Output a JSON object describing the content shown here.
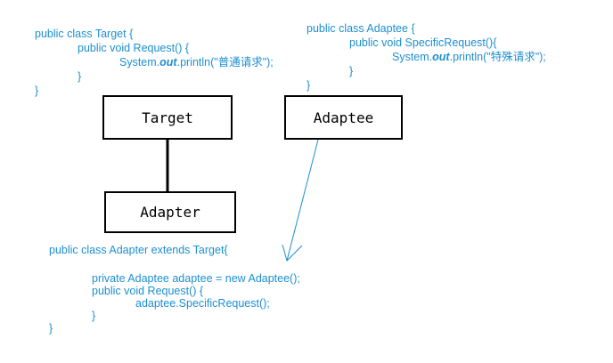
{
  "colors": {
    "code": "#1c8fd2",
    "box_border": "#000000",
    "arrow": "#1c8fd2"
  },
  "target_code": {
    "l1": "public class Target {",
    "l2": "public void Request() {",
    "l3a": "System.",
    "l3b": "out",
    "l3c": ".println(\"普通请求\");",
    "l4": "}",
    "l5": "}"
  },
  "adaptee_code": {
    "l1": "public class Adaptee {",
    "l2": "public void SpecificRequest(){",
    "l3a": "System.",
    "l3b": "out",
    "l3c": ".println(\"特殊请求\");",
    "l4": "}",
    "l5": "}"
  },
  "adapter_code": {
    "l1": "public class Adapter extends Target{",
    "l2": "",
    "l3": "private Adaptee adaptee = new Adaptee();",
    "l4": "public void Request() {",
    "l5": "adaptee.SpecificRequest();",
    "l6": "}",
    "l7": "}"
  },
  "boxes": {
    "target": "Target",
    "adaptee": "Adaptee",
    "adapter": "Adapter"
  }
}
